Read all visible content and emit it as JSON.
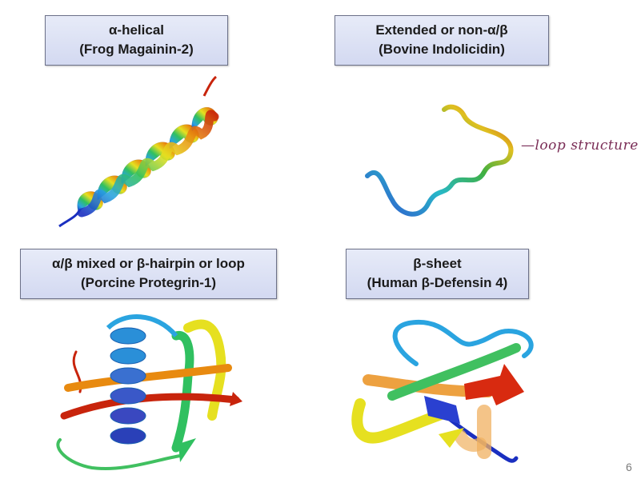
{
  "panels": {
    "alpha_helical": {
      "line1": "α-helical",
      "line2": "(Frog Magainin-2)"
    },
    "extended": {
      "line1": "Extended or non-α/β",
      "line2": "(Bovine Indolicidin)"
    },
    "mixed": {
      "line1": "α/β mixed or β-hairpin or loop",
      "line2": "(Porcine Protegrin-1)"
    },
    "beta_sheet": {
      "line1": "β-sheet",
      "line2": "(Human β-Defensin 4)"
    }
  },
  "annotation": "—loop structure",
  "page_number": "6",
  "colors": {
    "rainbow": [
      "#1a2fc0",
      "#2aa4e0",
      "#30c060",
      "#e6e020",
      "#e88a10",
      "#c8240c"
    ],
    "annotation": "#7a2d56"
  }
}
